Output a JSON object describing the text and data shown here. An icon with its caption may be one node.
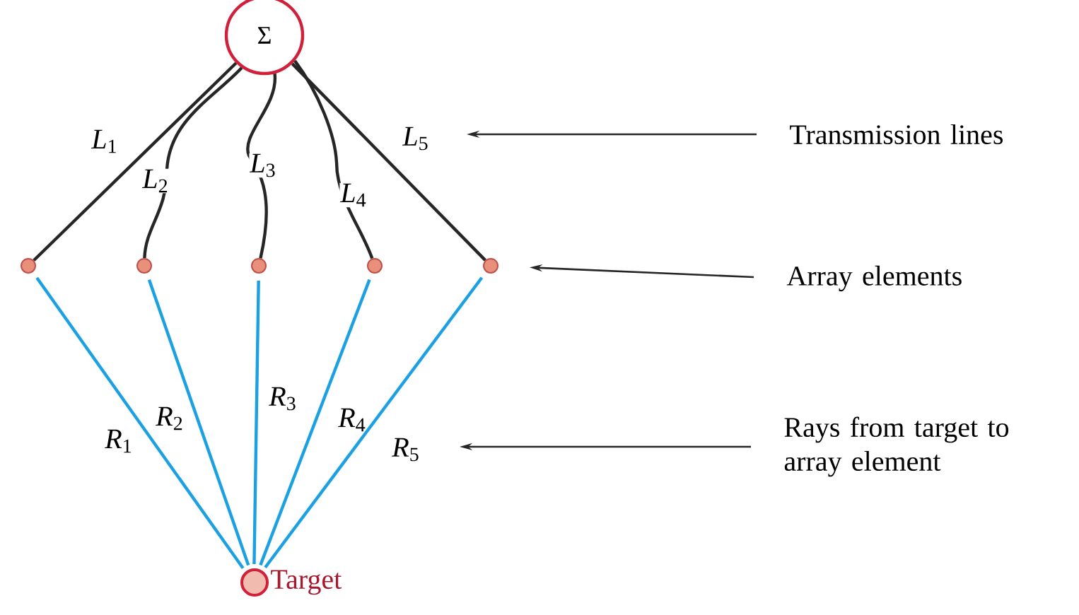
{
  "diagram": {
    "nodes": [
      {
        "text": [
          "Σ"
        ]
      },
      {
        "text": [],
        "shape": "circle"
      },
      {
        "text": [],
        "shape": "circle"
      },
      {
        "text": [],
        "shape": "circle"
      },
      {
        "text": [],
        "shape": "circle"
      },
      {
        "text": [],
        "shape": "circle"
      },
      {
        "text": [],
        "shape": "circle",
        "beside": [
          "Target"
        ]
      },
      {
        "text": [
          "Transmission lines"
        ]
      },
      {
        "text": [
          "Array elements"
        ]
      },
      {
        "text": [
          "Rays from target to array element"
        ]
      }
    ],
    "edges": [
      {
        "from": 0,
        "to": 1,
        "arrow": "none",
        "label": "*L*$_{1}$"
      },
      {
        "from": 0,
        "to": 2,
        "arrow": "none",
        "label": "*L*$_{2}$"
      },
      {
        "from": 0,
        "to": 3,
        "arrow": "none",
        "label": "*L*$_{3}$"
      },
      {
        "from": 0,
        "to": 4,
        "arrow": "none",
        "label": "*L*$_{4}$"
      },
      {
        "from": 0,
        "to": 5,
        "arrow": "none",
        "label": "*L*$_{5}$"
      },
      {
        "from": 6,
        "to": 1,
        "arrow": "none",
        "label": "*R*$_{1}$",
        "color": "#1ba1e2"
      },
      {
        "from": 6,
        "to": 2,
        "arrow": "none",
        "label": "*R*$_{2}$",
        "color": "#1ba1e2"
      },
      {
        "from": 6,
        "to": 3,
        "arrow": "none",
        "label": "*R*$_{3}$",
        "color": "#1ba1e2"
      },
      {
        "from": 6,
        "to": 4,
        "arrow": "none",
        "label": "*R*$_{4}$",
        "color": "#1ba1e2"
      },
      {
        "from": 6,
        "to": 5,
        "arrow": "none",
        "label": "*R*$_{5}$",
        "color": "#1ba1e2"
      },
      {
        "from": 7,
        "to": null,
        "arrow": "to"
      },
      {
        "from": 8,
        "to": 5,
        "arrow": "to"
      },
      {
        "from": 9,
        "to": null,
        "arrow": "to"
      }
    ]
  }
}
